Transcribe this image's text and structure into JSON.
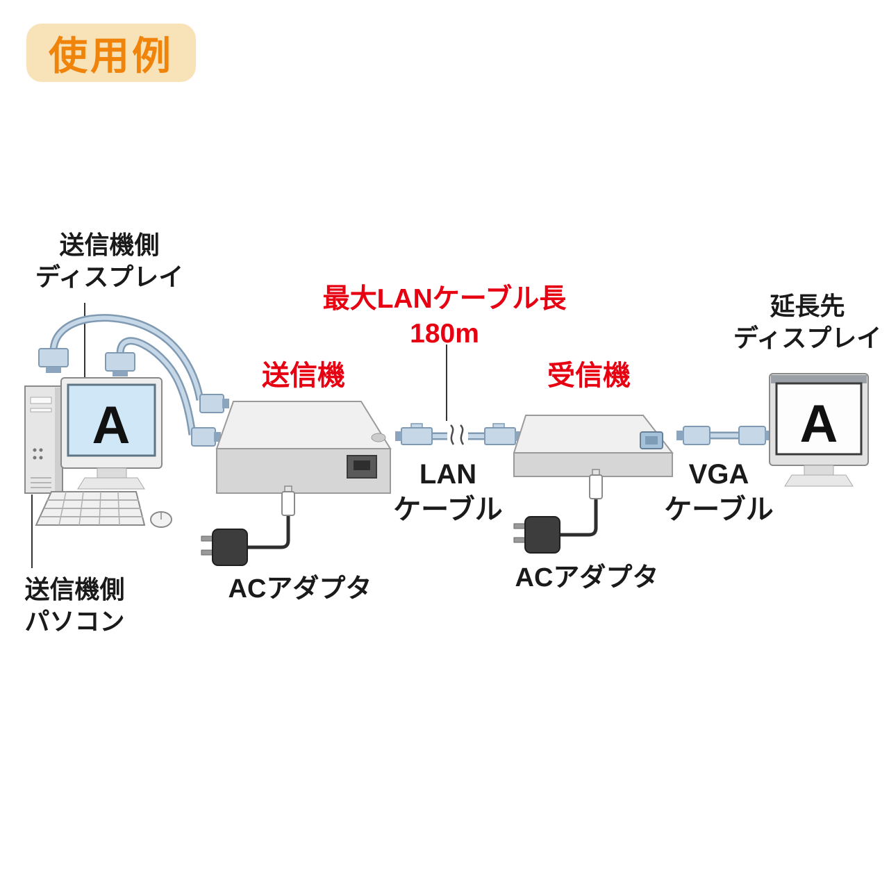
{
  "badge": {
    "label": "使用例",
    "bg_color": "#f8e2b8",
    "text_color": "#f0830a"
  },
  "colors": {
    "accent_red": "#e60012",
    "cable_fill": "#c6d8e8",
    "cable_outline": "#7f9ab2",
    "screen_blue": "#cfe7f7"
  },
  "labels": {
    "tx_display": {
      "line1": "送信機側",
      "line2": "ディスプレイ"
    },
    "max_lan": {
      "line1": "最大LANケーブル長",
      "line2": "180m"
    },
    "transmitter": "送信機",
    "receiver": "受信機",
    "lan_cable": {
      "line1": "LAN",
      "line2": "ケーブル"
    },
    "vga_cable": {
      "line1": "VGA",
      "line2": "ケーブル"
    },
    "ac_adapter_tx": "ACアダプタ",
    "ac_adapter_rx": "ACアダプタ",
    "tx_pc": {
      "line1": "送信機側",
      "line2": "パソコン"
    },
    "ext_display": {
      "line1": "延長先",
      "line2": "ディスプレイ"
    }
  },
  "monitors": {
    "tx_screen_letter": "A",
    "ext_screen_letter": "A"
  }
}
